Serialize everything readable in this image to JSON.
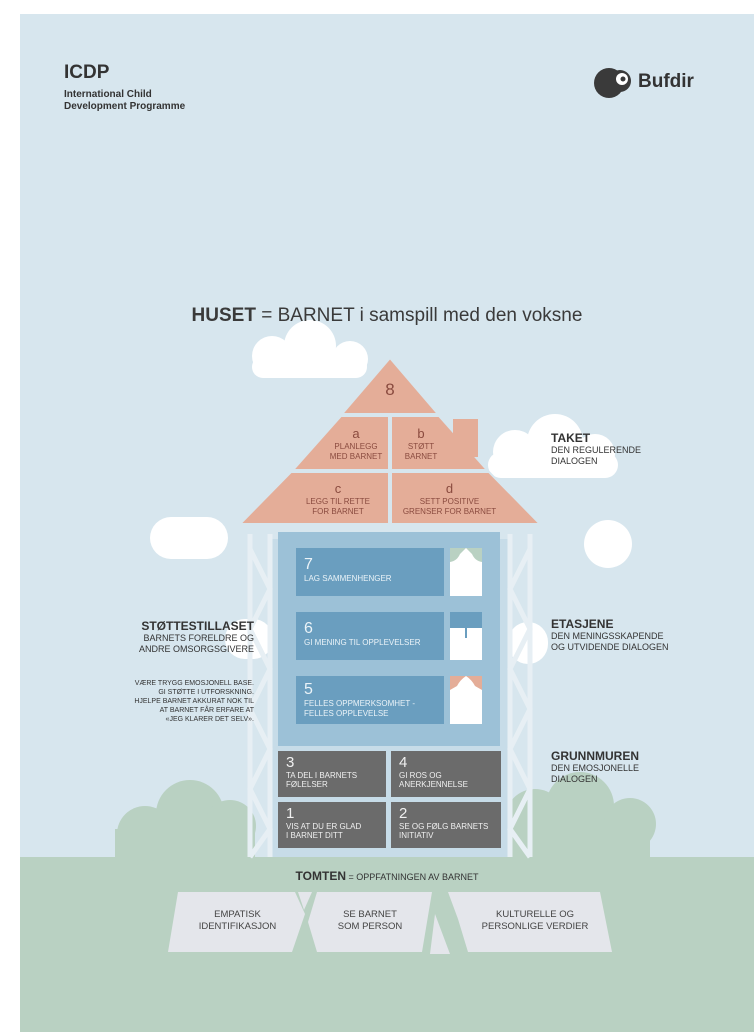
{
  "header": {
    "title": "ICDP",
    "subtitle_line1": "International Child",
    "subtitle_line2": "Development Programme",
    "logo_text": "Bufdir",
    "logo_icon": "bufdir-bird-icon"
  },
  "headline": {
    "bold": "HUSET",
    "rest": " = BARNET i samspill med den voksne"
  },
  "roof": {
    "top_number": "8",
    "a": {
      "letter": "a",
      "line1": "PLANLEGG",
      "line2": "MED BARNET"
    },
    "b": {
      "letter": "b",
      "line1": "STØTT",
      "line2": "BARNET"
    },
    "c": {
      "letter": "c",
      "line1": "LEGG TIL RETTE",
      "line2": "FOR BARNET"
    },
    "d": {
      "letter": "d",
      "line1": "SETT POSITIVE",
      "line2": "GRENSER FOR BARNET"
    }
  },
  "floors": [
    {
      "number": "7",
      "line1": "LAG SAMMENHENGER",
      "line2": ""
    },
    {
      "number": "6",
      "line1": "GI MENING TIL OPPLEVELSER",
      "line2": ""
    },
    {
      "number": "5",
      "line1": "FELLES OPPMERKSOMHET -",
      "line2": "FELLES OPPLEVELSE"
    }
  ],
  "foundation": [
    {
      "number": "3",
      "line1": "TA DEL I BARNETS",
      "line2": "FØLELSER"
    },
    {
      "number": "4",
      "line1": "GI ROS OG",
      "line2": "ANERKJENNELSE"
    },
    {
      "number": "1",
      "line1": "VIS AT DU ER GLAD",
      "line2": "I BARNET DITT"
    },
    {
      "number": "2",
      "line1": "SE OG FØLG BARNETS",
      "line2": "INITIATIV"
    }
  ],
  "labels": {
    "taket": {
      "title": "TAKET",
      "line1": "DEN REGULERENDE",
      "line2": "DIALOGEN"
    },
    "etasjene": {
      "title": "ETASJENE",
      "line1": "DEN MENINGSSKAPENDE",
      "line2": "OG UTVIDENDE DIALOGEN"
    },
    "grunnmuren": {
      "title": "GRUNNMUREN",
      "line1": "DEN EMOSJONELLE",
      "line2": "DIALOGEN"
    },
    "stottestillaset": {
      "title": "STØTTESTILLASET",
      "line1": "BARNETS FORELDRE OG",
      "line2": "ANDRE OMSORGSGIVERE",
      "note1": "VÆRE TRYGG EMOSJONELL BASE.",
      "note2": "GI STØTTE I UTFORSKNING.",
      "note3": "HJELPE BARNET AKKURAT NOK TIL",
      "note4": "AT BARNET FÅR ERFARE AT",
      "note5": "«JEG KLARER DET SELV»."
    }
  },
  "tomten": {
    "bold": "TOMTEN",
    "rest": " = OPPFATNINGEN AV BARNET",
    "stones": [
      {
        "line1": "EMPATISK",
        "line2": "IDENTIFIKASJON"
      },
      {
        "line1": "SE BARNET",
        "line2": "SOM PERSON"
      },
      {
        "line1": "KULTURELLE OG",
        "line2": "PERSONLIGE VERDIER"
      }
    ]
  },
  "colors": {
    "sky": "#d7e6ee",
    "ground": "#b9d1c2",
    "roof": "#e4ad98",
    "floors_bg": "#9cc1d7",
    "floor_box": "#6a9ebf",
    "foundation": "#6b6b6b",
    "scaffold": "#e7eff4",
    "stone": "#e4e6eb"
  }
}
